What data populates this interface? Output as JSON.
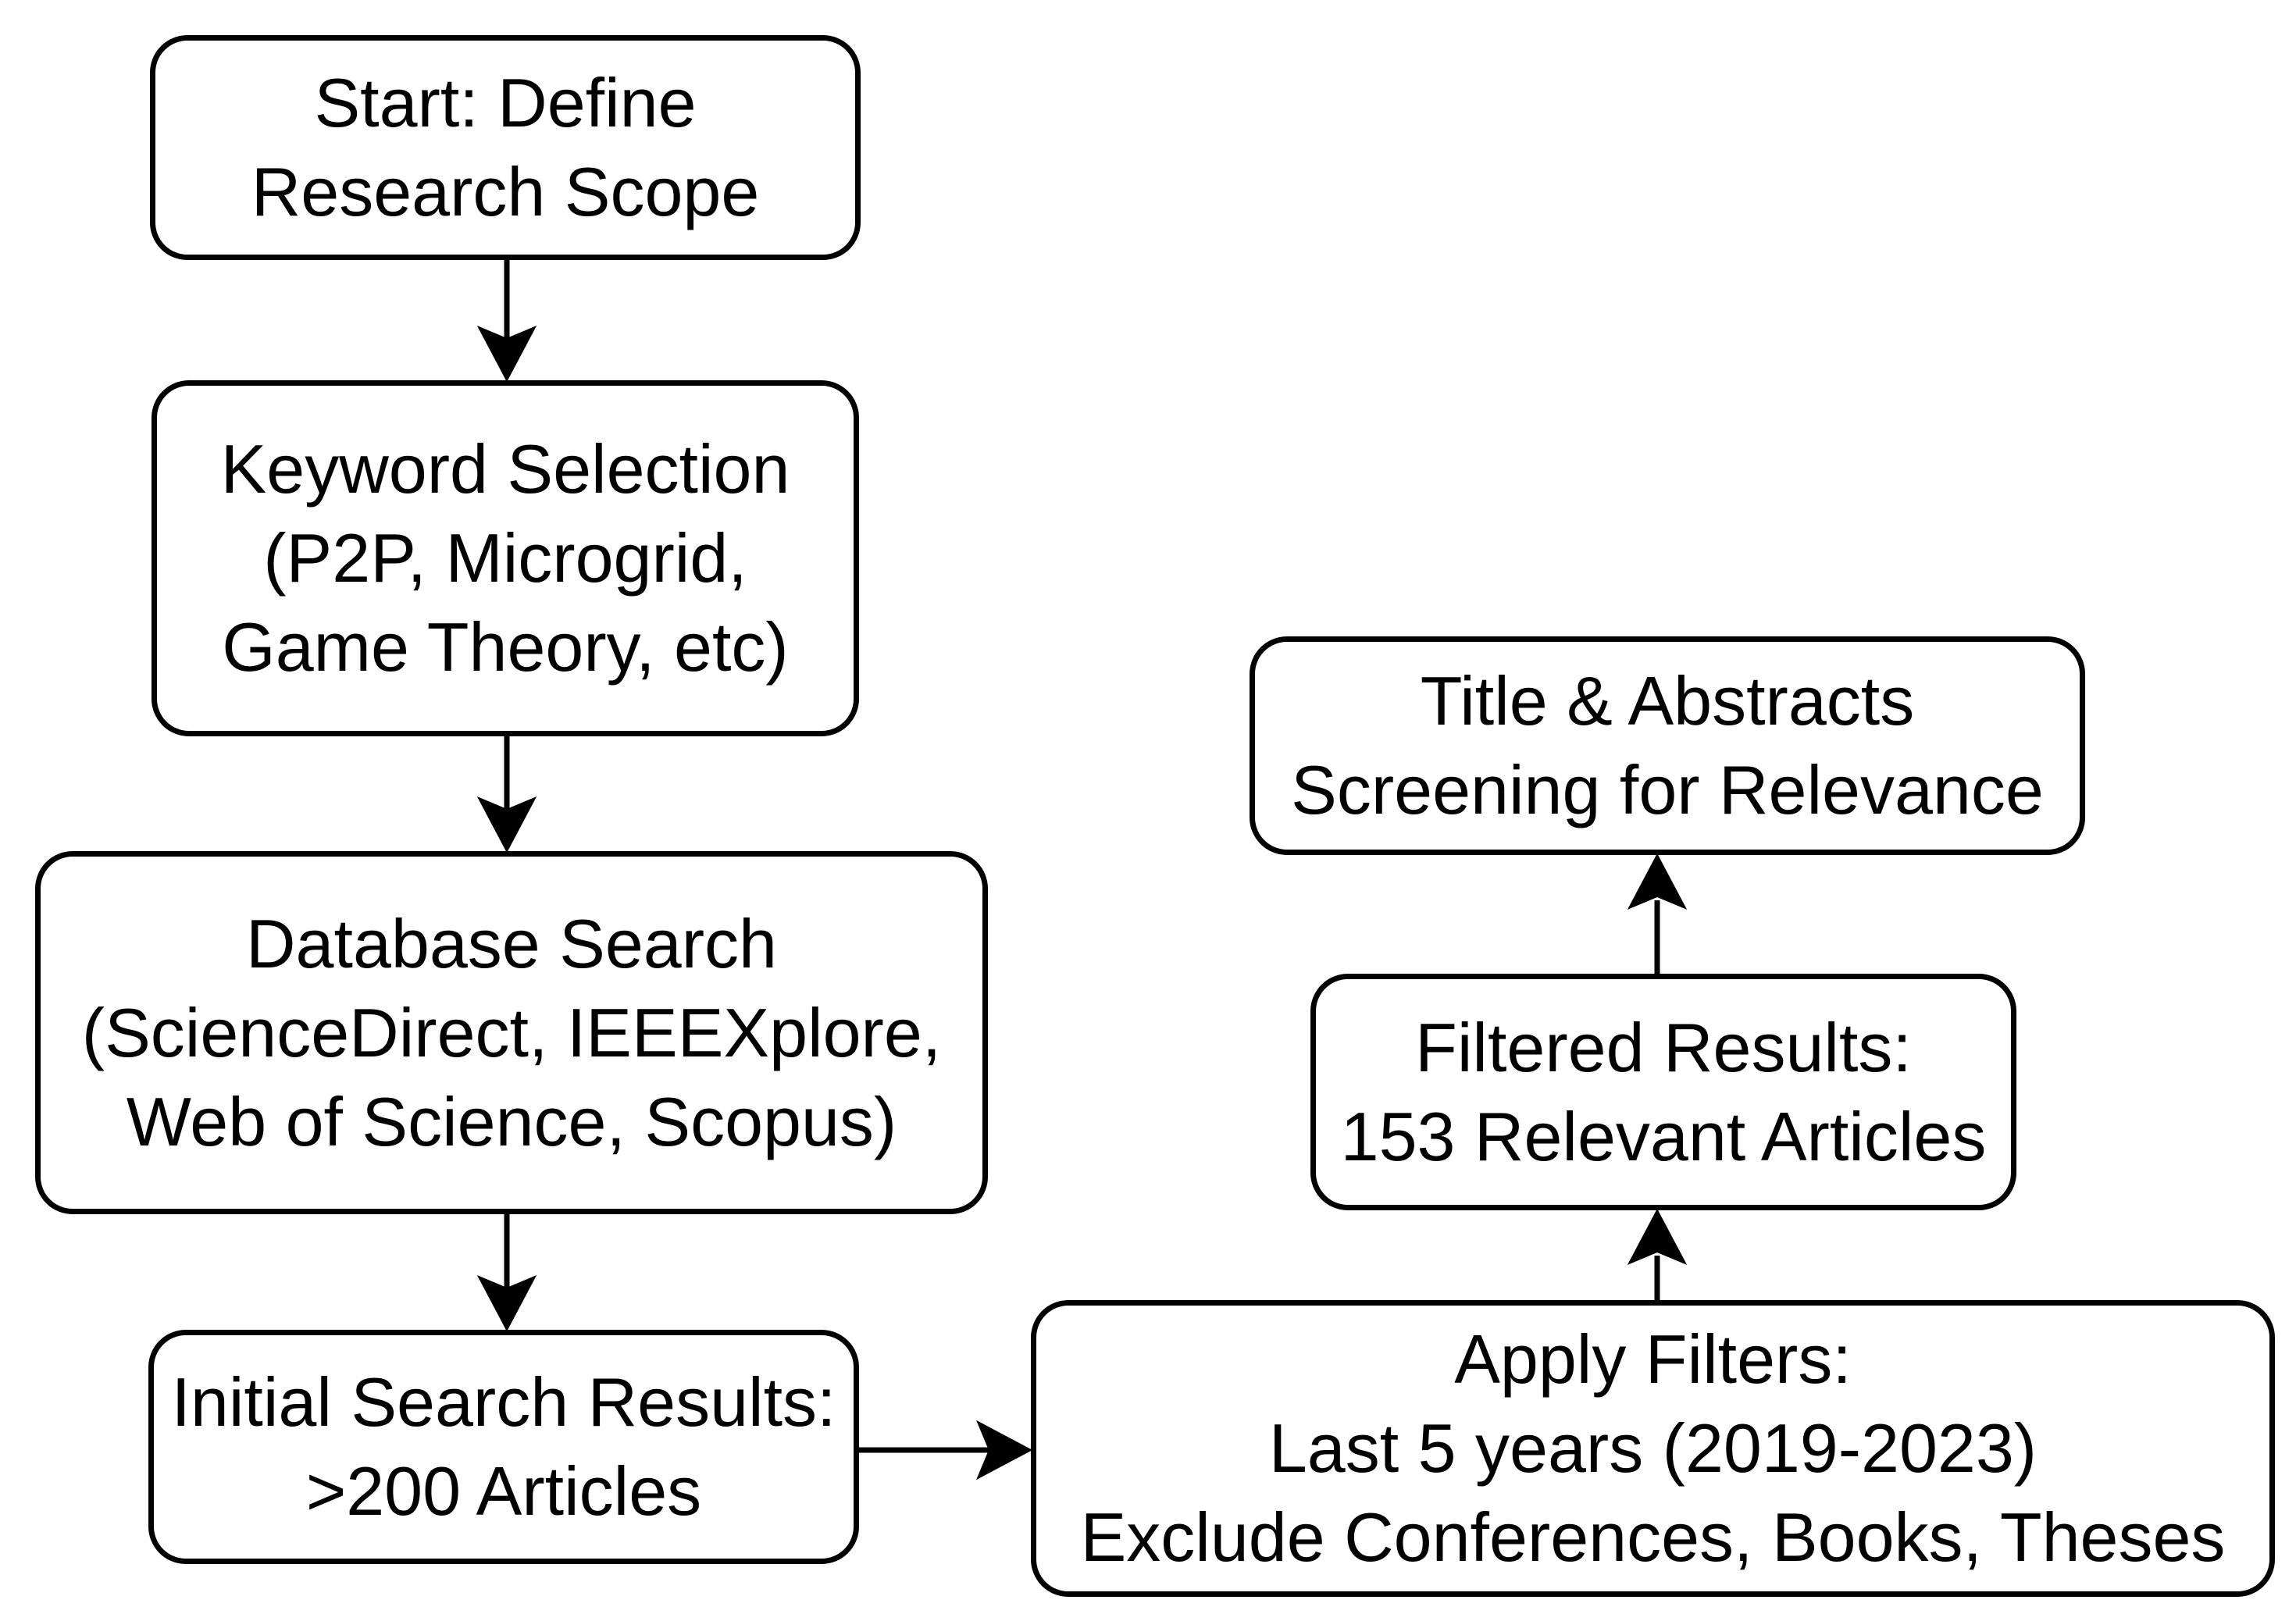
{
  "diagram": {
    "type": "flowchart",
    "background_color": "#ffffff",
    "stroke_color": "#000000",
    "text_color": "#000000",
    "nodes": [
      {
        "id": "start",
        "lines": [
          "Start: Define",
          "Research Scope"
        ]
      },
      {
        "id": "keyword-selection",
        "lines": [
          "Keyword Selection",
          "(P2P, Microgrid,",
          "Game Theory, etc)"
        ]
      },
      {
        "id": "database-search",
        "lines": [
          "Database Search",
          "(ScienceDirect, IEEEXplore,",
          "Web of Science, Scopus)"
        ]
      },
      {
        "id": "initial-results",
        "lines": [
          "Initial Search Results:",
          ">200 Articles"
        ]
      },
      {
        "id": "apply-filters",
        "lines": [
          "Apply Filters:",
          "Last 5 years (2019-2023)",
          "Exclude Conferences, Books, Theses"
        ]
      },
      {
        "id": "filtered-results",
        "lines": [
          "Filtered Results:",
          "153 Relevant Articles"
        ]
      },
      {
        "id": "screening",
        "lines": [
          "Title & Abstracts",
          "Screening for Relevance"
        ]
      }
    ],
    "edges": [
      {
        "from": "start",
        "to": "keyword-selection",
        "direction": "down"
      },
      {
        "from": "keyword-selection",
        "to": "database-search",
        "direction": "down"
      },
      {
        "from": "database-search",
        "to": "initial-results",
        "direction": "down"
      },
      {
        "from": "initial-results",
        "to": "apply-filters",
        "direction": "right"
      },
      {
        "from": "apply-filters",
        "to": "filtered-results",
        "direction": "up"
      },
      {
        "from": "filtered-results",
        "to": "screening",
        "direction": "up"
      }
    ]
  }
}
